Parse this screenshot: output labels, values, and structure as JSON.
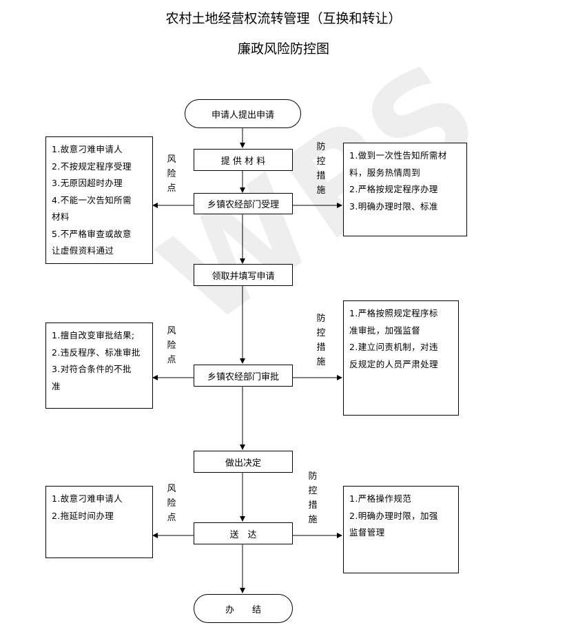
{
  "title_line1": "农村土地经营权流转管理（互换和转让）",
  "title_line2": "廉政风险防控图",
  "watermark": "WPS",
  "flow": {
    "start": "申请人提出申请",
    "step1": "提 供 材 料",
    "step2": "乡镇农经部门受理",
    "step3": "领取并填写申请",
    "step4": "乡镇农经部门审批",
    "step5": "做出决定",
    "step6": "送　达",
    "end": "办　　结"
  },
  "risk_label": [
    "风",
    "险",
    "点"
  ],
  "control_label": [
    "防",
    "控",
    "措",
    "施"
  ],
  "section1": {
    "risks": [
      "1.故意刁难申请人",
      "2.不按规定程序受理",
      "3.无原因超时办理",
      "4.不能一次告知所需",
      "材料",
      "5.不严格审查或故意",
      "让虚假资料通过"
    ],
    "controls": [
      "1.做到一次性告知所需材",
      "料，服务热情周到",
      "2.严格按规定程序办理",
      "3.明确办理时限、标准"
    ]
  },
  "section2": {
    "risks": [
      "1.擅自改变审批结果;",
      "2.违反程序、标准审批",
      "3.对符合条件的不批",
      "准"
    ],
    "controls": [
      "1.严格按照规定程序标",
      "准审批，加强监督",
      "2.建立问责机制，对违",
      "反规定的人员严肃处理"
    ]
  },
  "section3": {
    "risks": [
      "1.故意刁难申请人",
      "2.拖延时间办理"
    ],
    "controls": [
      "1.严格操作规范",
      "2.明确办理时限，加强",
      "监督管理"
    ]
  }
}
